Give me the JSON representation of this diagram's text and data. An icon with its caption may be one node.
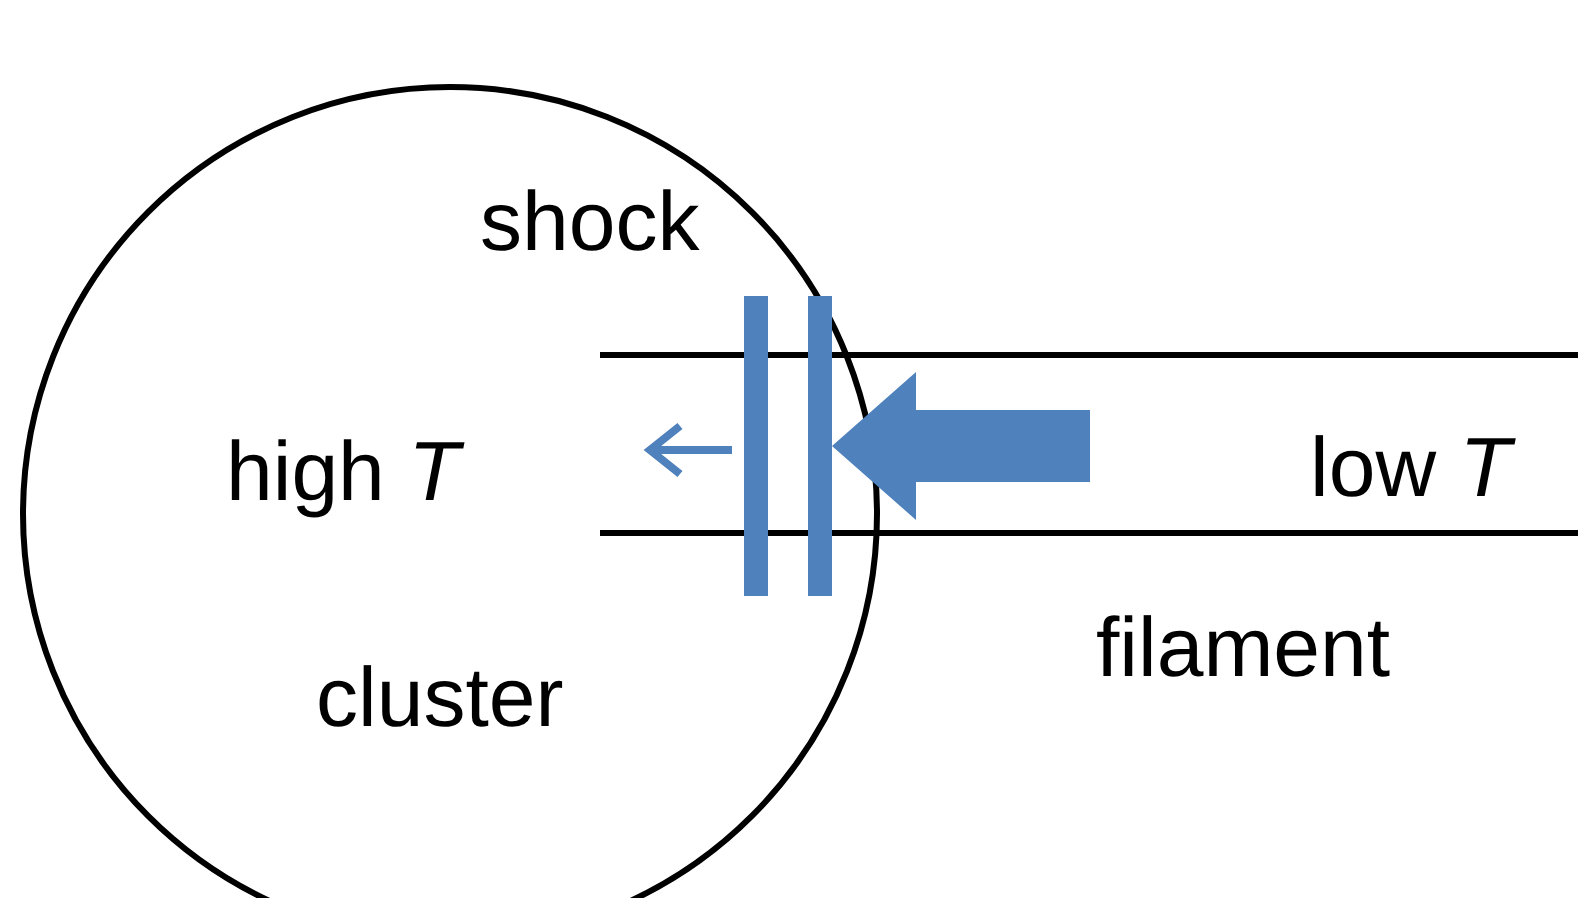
{
  "diagram": {
    "nodes": [
      {
        "text": [
          "high *T*",
          "cluster"
        ]
      },
      {
        "text": [
          "low *T*",
          "filament"
        ]
      }
    ],
    "edges": [
      {
        "from": 1,
        "to": 0,
        "arrow": "to",
        "style": "thick"
      }
    ],
    "labels": [
      "shock"
    ]
  }
}
